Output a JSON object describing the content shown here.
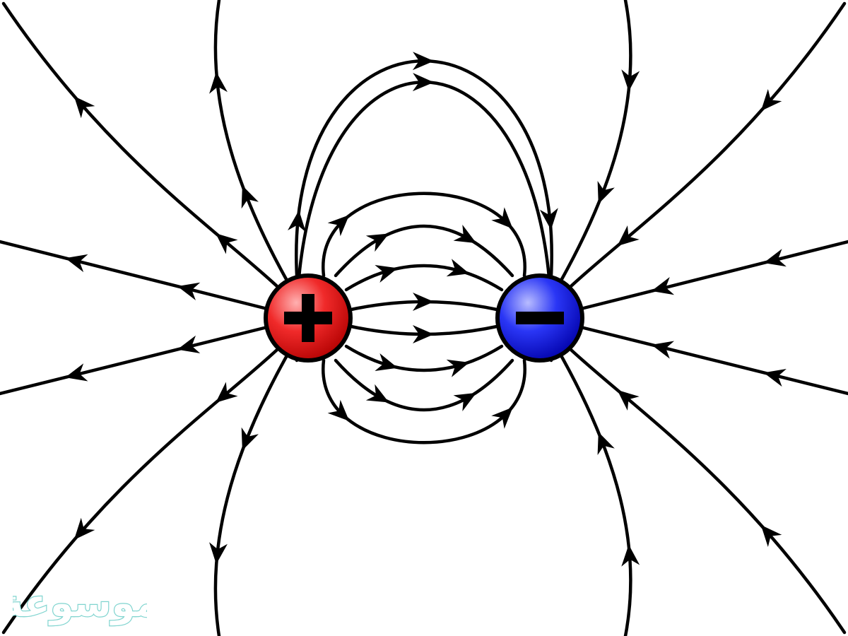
{
  "diagram": {
    "type": "electric-dipole-field-lines",
    "charges": [
      {
        "id": "positive",
        "sign": "+",
        "color": "#ee1b1b"
      },
      {
        "id": "negative",
        "sign": "−",
        "color": "#1a2cf0"
      }
    ],
    "line_color": "#000000"
  },
  "watermark": {
    "text": "موسوعة",
    "color": "#7fd4cf"
  }
}
